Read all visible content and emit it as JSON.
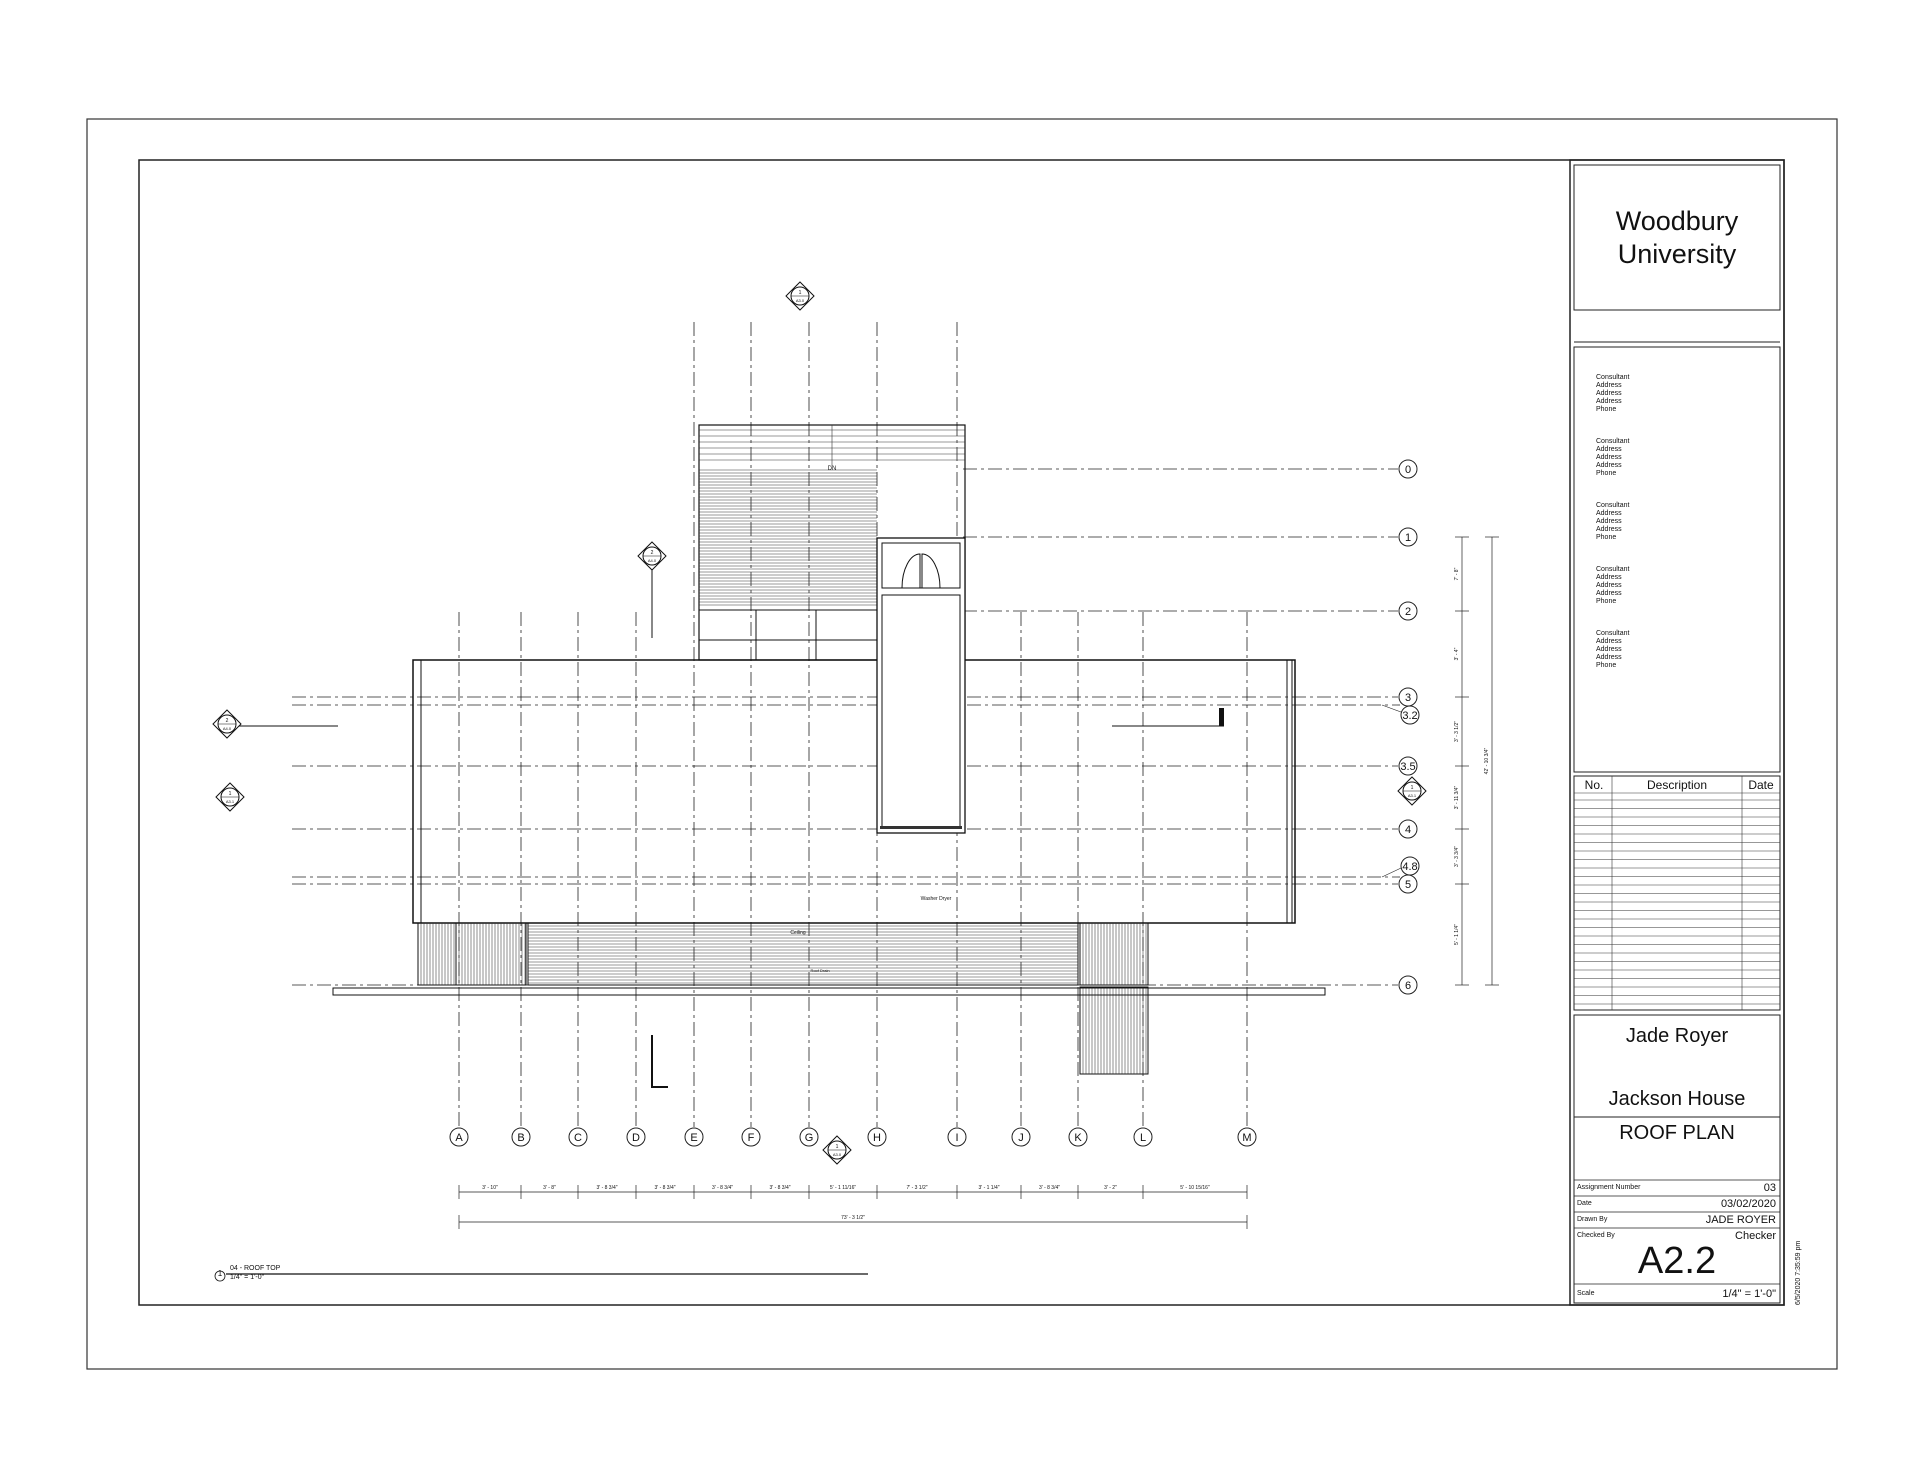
{
  "title_block": {
    "school": [
      "Woodbury",
      "University"
    ],
    "consultants": [
      [
        "Consultant",
        "Address",
        "Address",
        "Address",
        "Phone"
      ],
      [
        "Consultant",
        "Address",
        "Address",
        "Address",
        "Phone"
      ],
      [
        "Consultant",
        "Address",
        "Address",
        "Address",
        "Phone"
      ],
      [
        "Consultant",
        "Address",
        "Address",
        "Address",
        "Phone"
      ],
      [
        "Consultant",
        "Address",
        "Address",
        "Address",
        "Phone"
      ]
    ],
    "revision_headers": {
      "no": "No.",
      "description": "Description",
      "date": "Date"
    },
    "student": "Jade Royer",
    "project": "Jackson House",
    "sheet_title": "ROOF PLAN",
    "assignment_label": "Assignment Number",
    "assignment_value": "03",
    "date_label": "Date",
    "date_value": "03/02/2020",
    "drawn_label": "Drawn By",
    "drawn_value": "JADE ROYER",
    "checked_label": "Checked By",
    "checked_value": "Checker",
    "sheet_number": "A2.2",
    "scale_label": "Scale",
    "scale_value": "1/4\" = 1'-0\"",
    "timestamp": "6/5/2020 7:35:59 pm"
  },
  "drawing": {
    "view_number": "1",
    "view_title": "04 - ROOF TOP",
    "view_scale": "1/4\" = 1'-0\"",
    "grid_columns": [
      "A",
      "B",
      "C",
      "D",
      "E",
      "F",
      "G",
      "H",
      "I",
      "J",
      "K",
      "L",
      "M"
    ],
    "grid_rows": [
      "0",
      "1",
      "2",
      "3",
      "3.2",
      "3.5",
      "4",
      "4.8",
      "5",
      "6"
    ],
    "column_dimensions": [
      "3' - 10\"",
      "3' - 8\"",
      "3' - 8 3/4\"",
      "3' - 8 3/4\"",
      "3' - 8 3/4\"",
      "3' - 8 3/4\"",
      "5' - 1 11/16\"",
      "7' - 3 1/2\"",
      "3' - 1 1/4\"",
      "3' - 8 3/4\"",
      "3' - 2\"",
      "5' - 10 15/16\""
    ],
    "overall_dimension": "73' - 3 1/2\"",
    "row_dimensions": [
      "7' - 8\"",
      "3' - 4\"",
      "3' - 3 1/2\"",
      "3' - 11 3/4\"",
      "3' - 3 3/4\"",
      "5' - 1 1/4\""
    ],
    "overall_row_dimension": "42' - 10 3/4\"",
    "annotations": [
      "Ceiling",
      "Washer Dryer",
      "Roof Drain",
      "DN"
    ],
    "section_markers": [
      {
        "num": "1",
        "sheet": "A3.0"
      },
      {
        "num": "2",
        "sheet": "A4.0"
      },
      {
        "num": "2",
        "sheet": "A4.0"
      },
      {
        "num": "1",
        "sheet": "A3.1"
      },
      {
        "num": "1",
        "sheet": "A3.1"
      },
      {
        "num": "1",
        "sheet": "A3.0"
      }
    ]
  }
}
